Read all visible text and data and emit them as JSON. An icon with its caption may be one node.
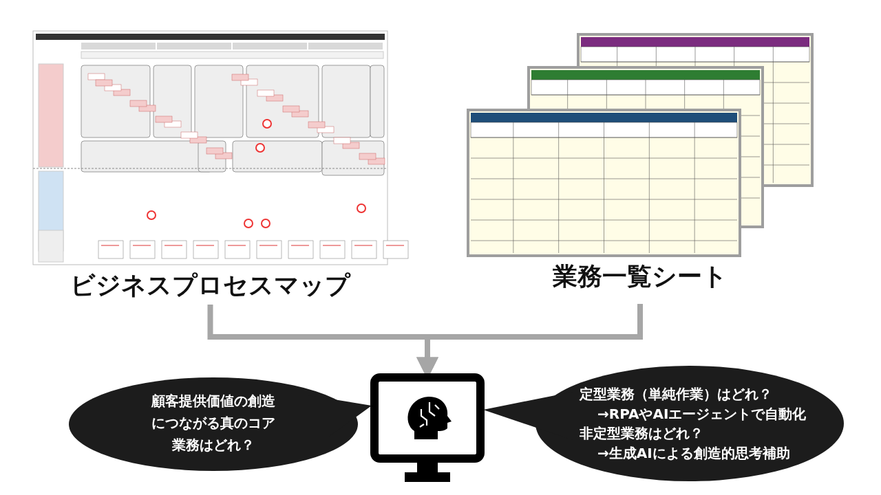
{
  "diagram": {
    "nodes": [
      {
        "text": [],
        "shape": "picture",
        "beside": [
          "ビジネスプロセスマップ"
        ]
      },
      {
        "text": [],
        "shape": "picture",
        "beside": [
          "業務一覧シート"
        ]
      },
      {
        "text": [],
        "shape": "picture"
      },
      {
        "text": [
          "顧客提供価値の創造につながる真のコア業務はどれ？"
        ]
      },
      {
        "text": [
          "定型業務（単純作業）はどれ？",
          "→RPAやAIエージェントで自動化",
          "非定型業務はどれ？",
          "→生成AIによる創造的思考補助"
        ]
      }
    ],
    "edges": [
      {
        "from": 0,
        "to": 2,
        "arrow": "to"
      },
      {
        "from": 1,
        "to": 2,
        "arrow": "to"
      }
    ]
  }
}
